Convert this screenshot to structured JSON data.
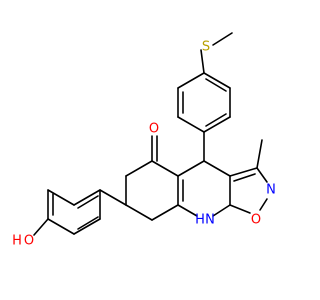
{
  "atoms": {
    "sulfur": {
      "label": "S",
      "color": "#b8a000"
    },
    "carbonyl_oxygen": {
      "label": "O",
      "color": "#ff0000"
    },
    "isoxazole_nitrogen": {
      "label": "N",
      "color": "#0000ff"
    },
    "isoxazole_oxygen": {
      "label": "O",
      "color": "#ff0000"
    },
    "amine_nitrogen": {
      "label": "N",
      "color": "#0000ff"
    },
    "amine_hydrogen": {
      "label": "H",
      "color": "#0000ff"
    },
    "hydroxyl_oxygen": {
      "label": "O",
      "color": "#ff0000"
    },
    "hydroxyl_hydrogen": {
      "label": "H",
      "color": "#ff0000"
    }
  },
  "colors": {
    "bond": "#000000",
    "background": "#ffffff"
  }
}
